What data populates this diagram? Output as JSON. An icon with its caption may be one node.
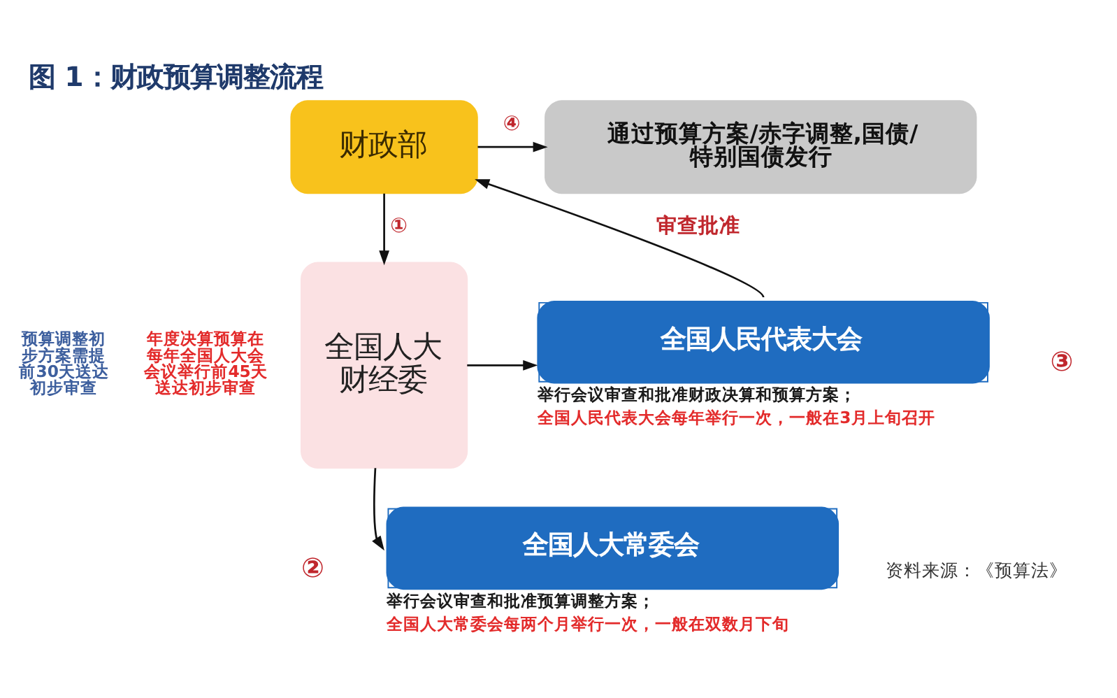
{
  "diagram": {
    "title": "图 1：财政预算调整流程",
    "caption": "资料来源：《预算法》",
    "nodes": [
      {
        "text": [
          "财政部"
        ]
      },
      {
        "text": [
          "通过预算方案/赤字调整,国债/特别国债发行"
        ]
      },
      {
        "text": [
          "全国人大财经委"
        ]
      },
      {
        "text": [
          "全国人民代表大会"
        ],
        "beside": [
          "举行会议审查和批准财政决算和预算方案；",
          "全国人民代表大会每年举行一次，一般在3月上旬召开"
        ]
      },
      {
        "text": [
          "全国人大常委会"
        ],
        "beside": [
          "举行会议审查和批准预算调整方案；",
          "全国人大常委会每两个月举行一次，一般在双数月下旬"
        ]
      }
    ],
    "edges": [
      {
        "from": 0,
        "to": 1,
        "arrow": "to",
        "label": "④"
      },
      {
        "from": 0,
        "to": 2,
        "arrow": "to",
        "label": "①"
      },
      {
        "from": 2,
        "to": 3,
        "arrow": "to"
      },
      {
        "from": 2,
        "to": 4,
        "arrow": "to"
      },
      {
        "from": 3,
        "to": 0,
        "arrow": "to",
        "label": "审查批准"
      }
    ],
    "labels": [
      "预算调整初步方案需提前30天送达初步审查",
      "年度决算预算在每年全国人大会会议举行前45天送达初步审查",
      "③",
      "②"
    ]
  }
}
